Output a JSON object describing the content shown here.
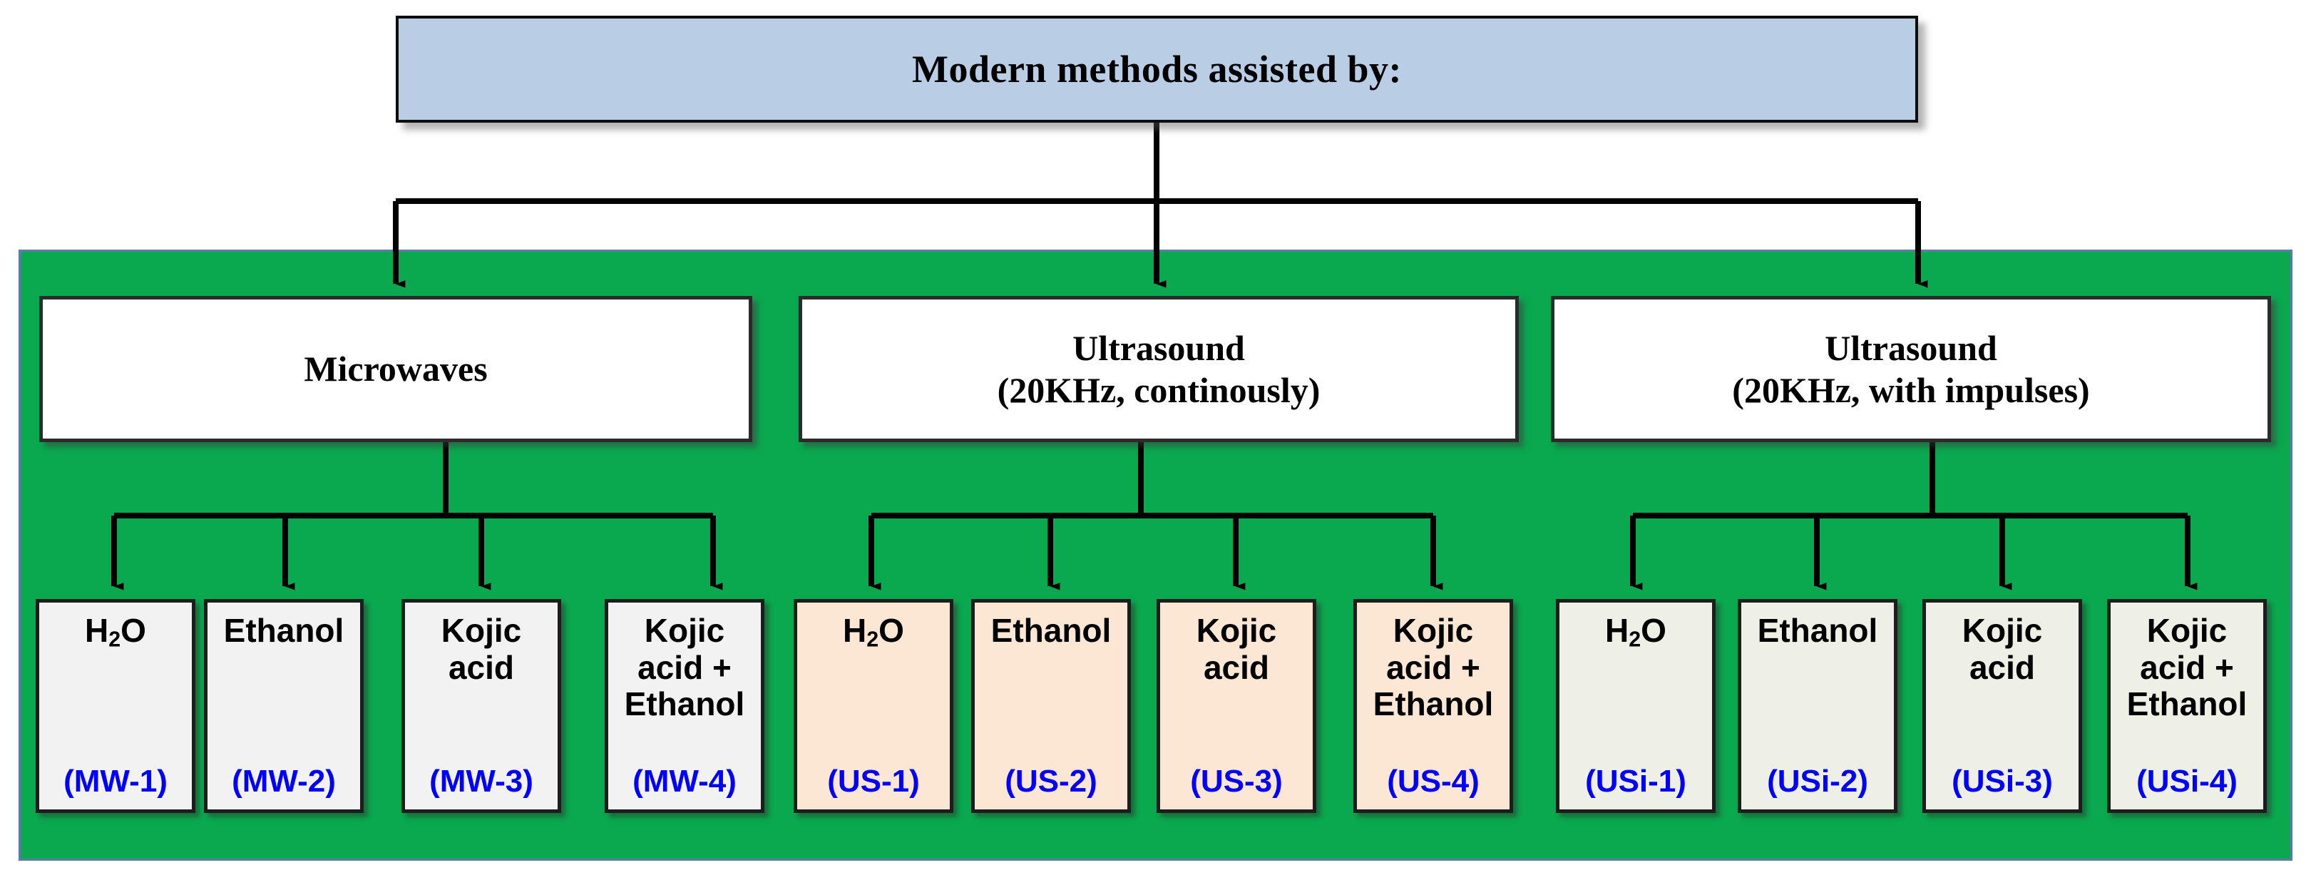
{
  "diagram": {
    "title": "Modern methods assisted by:",
    "colors": {
      "title_fill": "#b9cde5",
      "panel_fill": "#0aa84f",
      "panel_border": "#5b7ba8",
      "method_fill": "#ffffff",
      "code_text": "#0000ff",
      "leaf_fill_mw": "#f2f2f2",
      "leaf_fill_us": "#fce6d4",
      "leaf_fill_usi": "#eef0e5"
    },
    "methods": [
      {
        "line1": "Microwaves",
        "line2": ""
      },
      {
        "line1": "Ultrasound",
        "line2": "(20KHz, continously)"
      },
      {
        "line1": "Ultrasound",
        "line2": "(20KHz, with impulses)"
      }
    ],
    "samples": [
      {
        "name_html": "H<sub>2</sub>O",
        "code": "(MW-1)"
      },
      {
        "name_html": "Ethanol",
        "code": "(MW-2)"
      },
      {
        "name_html": "Kojic<br>acid",
        "code": "(MW-3)"
      },
      {
        "name_html": "Kojic<br>acid +<br>Ethanol",
        "code": "(MW-4)"
      },
      {
        "name_html": "H<sub>2</sub>O",
        "code": "(US-1)"
      },
      {
        "name_html": "Ethanol",
        "code": "(US-2)"
      },
      {
        "name_html": "Kojic<br>acid",
        "code": "(US-3)"
      },
      {
        "name_html": "Kojic<br>acid +<br>Ethanol",
        "code": "(US-4)"
      },
      {
        "name_html": "H<sub>2</sub>O",
        "code": "(USi-1)"
      },
      {
        "name_html": "Ethanol",
        "code": "(USi-2)"
      },
      {
        "name_html": "Kojic<br>acid",
        "code": "(USi-3)"
      },
      {
        "name_html": "Kojic<br>acid +<br>Ethanol",
        "code": "(USi-4)"
      }
    ]
  }
}
